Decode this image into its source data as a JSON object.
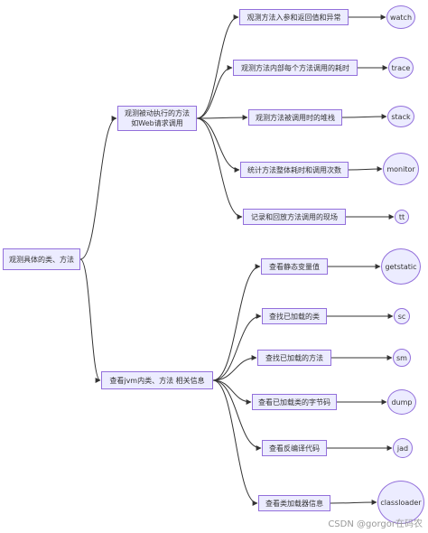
{
  "colors": {
    "node_fill": "#ECECFF",
    "node_border": "#9370DB",
    "edge": "#333333",
    "text": "#333333"
  },
  "root": {
    "label": "观测具体的类、方法"
  },
  "groups": [
    {
      "label_line1": "观测被动执行的方法",
      "label_line2": "如Web请求调用",
      "items": [
        {
          "desc": "观测方法入参和返回值和异常",
          "cmd": "watch"
        },
        {
          "desc": "观测方法内部每个方法调用的耗时",
          "cmd": "trace"
        },
        {
          "desc": "观测方法被调用时的堆栈",
          "cmd": "stack"
        },
        {
          "desc": "统计方法整体耗时和调用次数",
          "cmd": "monitor"
        },
        {
          "desc": "记录和回放方法调用的现场",
          "cmd": "tt"
        }
      ]
    },
    {
      "label_line1": "查看jvm内类、方法 相关信息",
      "items": [
        {
          "desc": "查看静态变量值",
          "cmd": "getstatic"
        },
        {
          "desc": "查找已加载的类",
          "cmd": "sc"
        },
        {
          "desc": "查找已加载的方法",
          "cmd": "sm"
        },
        {
          "desc": "查看已加载类的字节码",
          "cmd": "dump"
        },
        {
          "desc": "查看反编译代码",
          "cmd": "jad"
        },
        {
          "desc": "查看类加载器信息",
          "cmd": "classloader"
        }
      ]
    }
  ],
  "watermark": "CSDN @gorgor在码农"
}
